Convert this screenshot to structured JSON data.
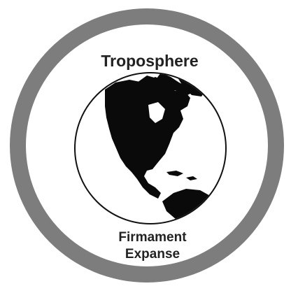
{
  "diagram": {
    "top_label": "Troposphere",
    "bottom_label_line1": "Firmament",
    "bottom_label_line2": "Expanse"
  },
  "colors": {
    "background": "#ffffff",
    "outer_ring": "#7d7d7d",
    "inner_disc": "#ffffff",
    "globe_outline": "#111111",
    "land": "#0a0a0a",
    "text": "#222222"
  },
  "icons": {
    "globe": "globe-icon"
  }
}
